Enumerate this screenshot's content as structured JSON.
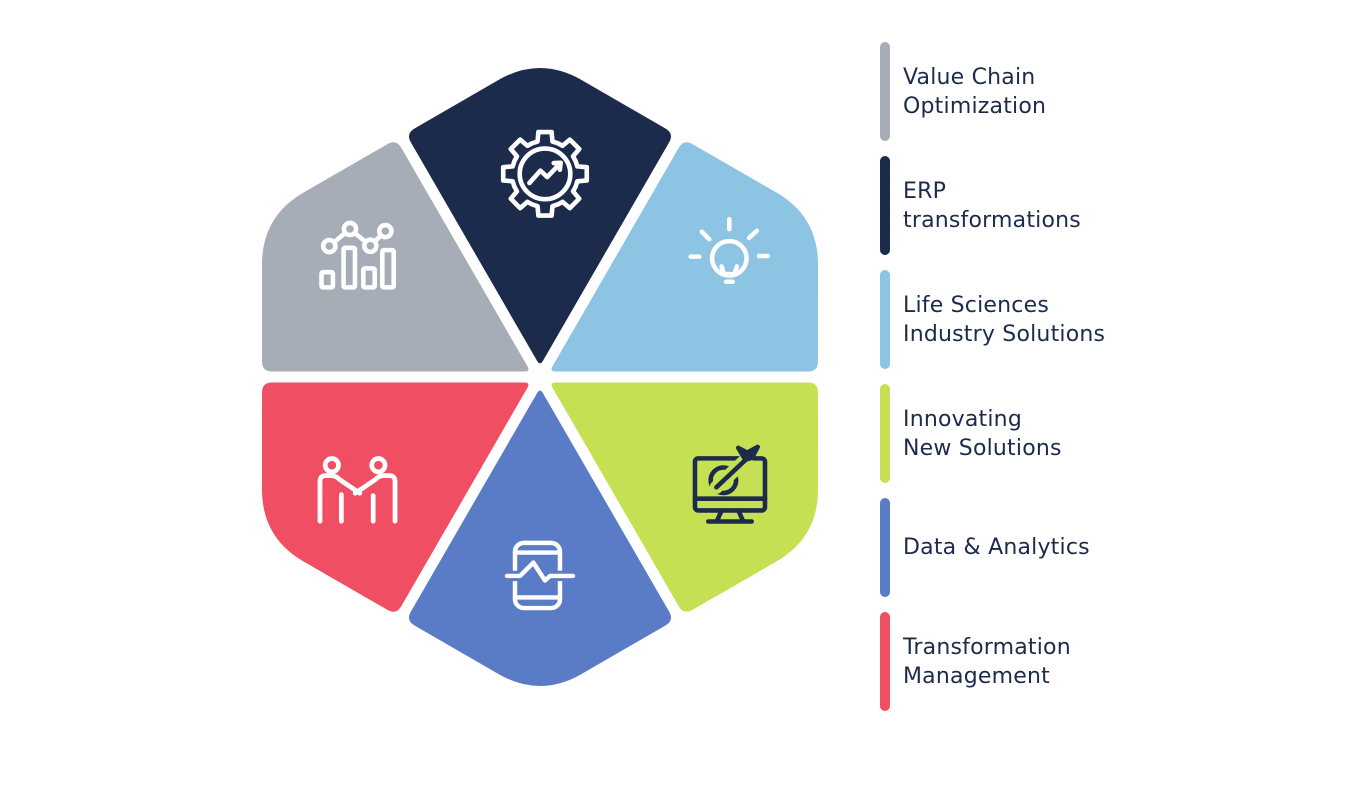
{
  "title": "Capabilities hexagon infographic",
  "colors": {
    "background": "#ffffff",
    "text": "#1c2b4b",
    "gap": "#ffffff"
  },
  "sectors": [
    {
      "id": "value-chain-optimization",
      "label": "Value Chain Optimization",
      "position": "upper-left",
      "color": "#a7adb7",
      "icon": "bar-chart-trend-icon",
      "icon_color": "#ffffff"
    },
    {
      "id": "erp-transformations",
      "label": "ERP transformations",
      "position": "top",
      "color": "#1c2b4b",
      "icon": "gear-analytics-icon",
      "icon_color": "#ffffff"
    },
    {
      "id": "life-sciences-industry-solutions",
      "label": "Life Sciences Industry Solutions",
      "position": "upper-right",
      "color": "#8ec4e3",
      "icon": "lightbulb-icon",
      "icon_color": "#ffffff"
    },
    {
      "id": "innovating-new-solutions",
      "label": "Innovating New Solutions",
      "position": "lower-right",
      "color": "#c6e053",
      "icon": "monitor-target-dart-icon",
      "icon_color": "#1c2b4b"
    },
    {
      "id": "data-analytics",
      "label": "Data & Analytics",
      "position": "bottom",
      "color": "#5a7cc6",
      "icon": "phone-pulse-icon",
      "icon_color": "#ffffff"
    },
    {
      "id": "transformation-management",
      "label": "Transformation Management",
      "position": "lower-left",
      "color": "#f04e62",
      "icon": "handshake-people-icon",
      "icon_color": "#ffffff"
    }
  ],
  "legend": {
    "items": [
      {
        "lines": [
          "Value Chain",
          "Optimization"
        ]
      },
      {
        "lines": [
          "ERP",
          "transformations"
        ]
      },
      {
        "lines": [
          "Life Sciences",
          "Industry Solutions"
        ]
      },
      {
        "lines": [
          "Innovating",
          "New Solutions"
        ]
      },
      {
        "lines": [
          "Data & Analytics"
        ]
      },
      {
        "lines": [
          "Transformation",
          "Management"
        ]
      }
    ]
  }
}
